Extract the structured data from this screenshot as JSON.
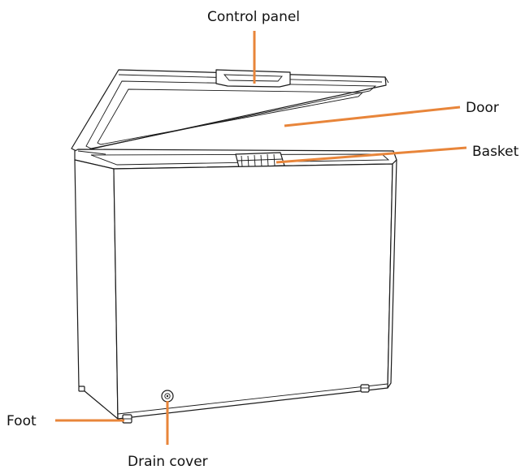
{
  "labels": {
    "control_panel": "Control panel",
    "door": "Door",
    "basket": "Basket",
    "foot": "Foot",
    "drain_cover": "Drain cover"
  },
  "colors": {
    "callout": "#e8853a",
    "outline": "#1a1a1a",
    "background": "#ffffff"
  }
}
